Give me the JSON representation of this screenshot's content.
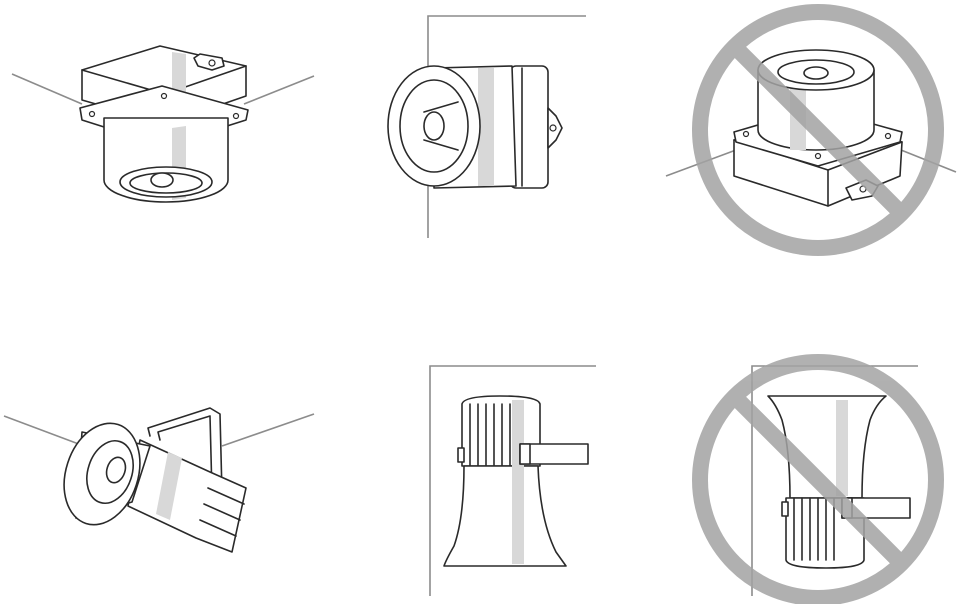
{
  "colors": {
    "line": "#2a2a2a",
    "reference_line": "#8c8c8c",
    "highlight": "#d8d8d8",
    "prohibition": "#a3a3a3",
    "background": "#ffffff"
  },
  "panels": [
    {
      "id": "ceiling-box-mount",
      "status": "allowed",
      "icon": "box-siren-icon"
    },
    {
      "id": "wall-box-mount",
      "status": "allowed",
      "icon": "box-siren-icon"
    },
    {
      "id": "floor-box-mount",
      "status": "prohibited",
      "icon": "box-siren-icon"
    },
    {
      "id": "ceiling-horn-mount",
      "status": "allowed",
      "icon": "horn-speaker-icon"
    },
    {
      "id": "wall-horn-mouth-down",
      "status": "allowed",
      "icon": "horn-speaker-icon"
    },
    {
      "id": "wall-horn-mouth-up",
      "status": "prohibited",
      "icon": "horn-speaker-icon"
    }
  ]
}
